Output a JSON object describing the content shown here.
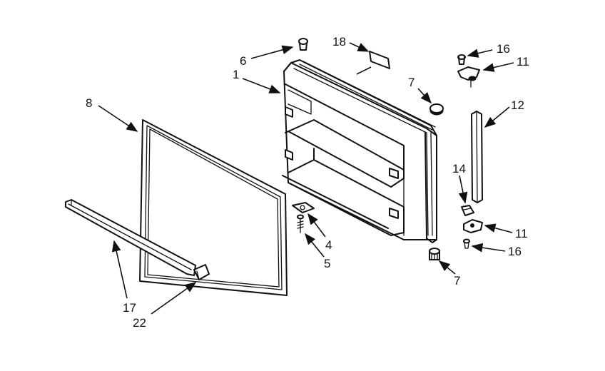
{
  "callouts": [
    {
      "id": "c6",
      "text": "6"
    },
    {
      "id": "c18",
      "text": "18"
    },
    {
      "id": "c1",
      "text": "1"
    },
    {
      "id": "c7a",
      "text": "7"
    },
    {
      "id": "c8",
      "text": "8"
    },
    {
      "id": "c16a",
      "text": "16"
    },
    {
      "id": "c11a",
      "text": "11"
    },
    {
      "id": "c12",
      "text": "12"
    },
    {
      "id": "c14",
      "text": "14"
    },
    {
      "id": "c11b",
      "text": "11"
    },
    {
      "id": "c16b",
      "text": "16"
    },
    {
      "id": "c4",
      "text": "4"
    },
    {
      "id": "c5",
      "text": "5"
    },
    {
      "id": "c7b",
      "text": "7"
    },
    {
      "id": "c17",
      "text": "17"
    },
    {
      "id": "c22",
      "text": "22"
    }
  ]
}
